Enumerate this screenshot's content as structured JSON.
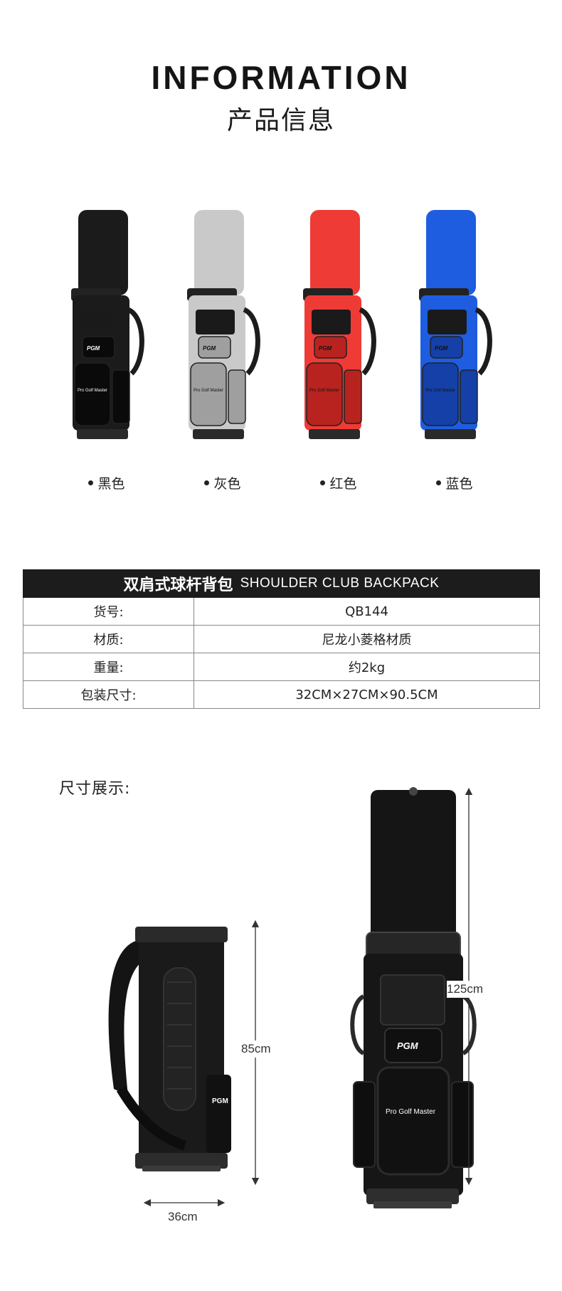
{
  "header": {
    "title_en": "INFORMATION",
    "title_cn": "产品信息"
  },
  "colors": [
    {
      "label": "黑色",
      "hex": "#1b1b1b",
      "shade": "#0a0a0a"
    },
    {
      "label": "灰色",
      "hex": "#c9c9c9",
      "shade": "#9f9f9f"
    },
    {
      "label": "红色",
      "hex": "#ef3b36",
      "shade": "#b8231f"
    },
    {
      "label": "蓝色",
      "hex": "#1f5de0",
      "shade": "#1440a8"
    }
  ],
  "bag_brand": "PGM",
  "bag_text": "Pro Golf Master",
  "spec": {
    "title_cn": "双肩式球杆背包",
    "title_en": "SHOULDER CLUB BACKPACK",
    "rows": [
      {
        "key": "货号:",
        "value": "QB144"
      },
      {
        "key": "材质:",
        "value": "尼龙小菱格材质"
      },
      {
        "key": "重量:",
        "value": "约2kg"
      },
      {
        "key": "包装尺寸:",
        "value": "32CM×27CM×90.5CM"
      }
    ]
  },
  "size": {
    "title": "尺寸展示:",
    "height_small": "85cm",
    "height_large": "125cm",
    "width": "36cm"
  }
}
